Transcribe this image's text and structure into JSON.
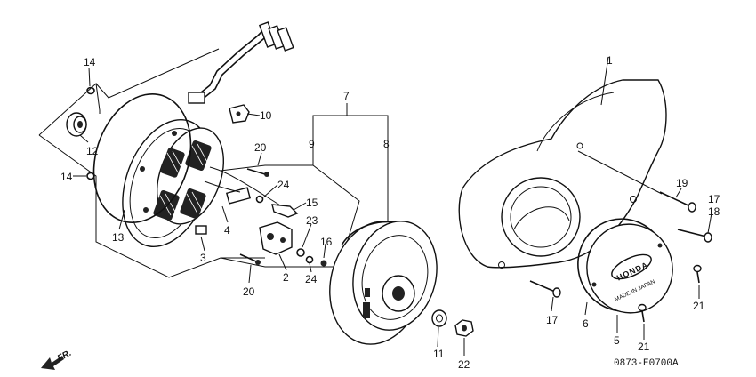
{
  "callouts": {
    "p1": "1",
    "p2": "2",
    "p3": "3",
    "p4": "4",
    "p5": "5",
    "p6": "6",
    "p7": "7",
    "p8": "8",
    "p9": "9",
    "p10": "10",
    "p11": "11",
    "p12": "12",
    "p13": "13",
    "p14a": "14",
    "p14b": "14",
    "p15": "15",
    "p16": "16",
    "p17a": "17",
    "p17b": "17",
    "p18": "18",
    "p19": "19",
    "p20a": "20",
    "p20b": "20",
    "p21a": "21",
    "p21b": "21",
    "p22": "22",
    "p23": "23",
    "p24a": "24",
    "p24b": "24"
  },
  "direction_label": "FR.",
  "diagram_code": "0873-E0700A",
  "cover_brand": "HONDA",
  "cover_text": "MADE IN JAPAN"
}
